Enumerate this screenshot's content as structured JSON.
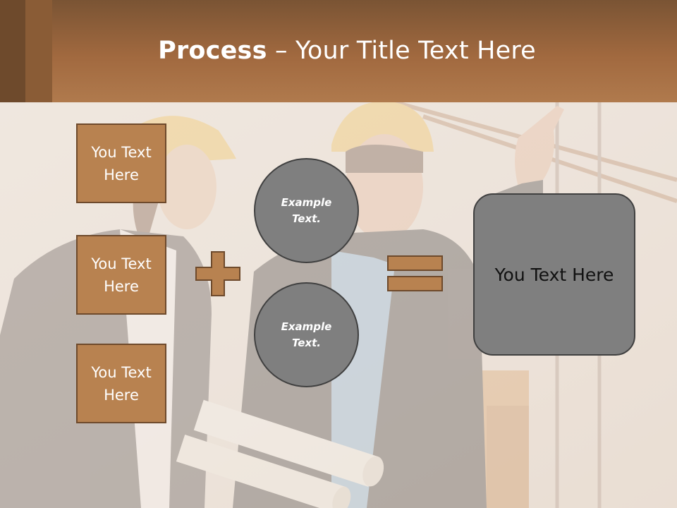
{
  "header": {
    "title_bold": "Process",
    "title_rest": " – Your Title Text Here"
  },
  "boxes": [
    {
      "line1": "You Text",
      "line2": "Here"
    },
    {
      "line1": "You Text",
      "line2": "Here"
    },
    {
      "line1": "You Text",
      "line2": "Here"
    }
  ],
  "circles": [
    {
      "line1": "Example",
      "line2": "Text."
    },
    {
      "line1": "Example",
      "line2": "Text."
    }
  ],
  "result": {
    "text": "You Text Here"
  },
  "colors": {
    "header": "#a1693f",
    "box_fill": "#b88250",
    "box_border": "#6e4a2c",
    "circle_fill": "#7f7f7f",
    "circle_border": "#404040"
  },
  "icons": {
    "plus": "plus-icon",
    "equals": "equals-icon"
  }
}
